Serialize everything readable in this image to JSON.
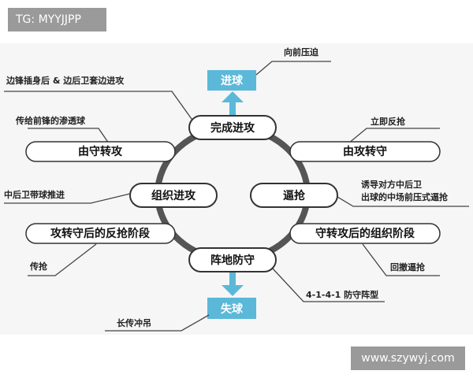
{
  "watermark_top": "TG: MYYJJPP",
  "watermark_bottom": "www.szywyj.com",
  "colors": {
    "accent": "#5bb8d8",
    "ring": "#555555",
    "background": "#f6f6f6"
  },
  "outcomes": {
    "goal": "进球",
    "concede": "失球"
  },
  "nodes": {
    "finish_attack": "完成进攻",
    "def_to_att": "由守转攻",
    "att_to_def": "由攻转守",
    "build_attack": "组织进攻",
    "press": "逼抢",
    "counter_press_phase": "攻转守后的反抢阶段",
    "build_phase": "守转攻后的组织阶段",
    "positional_defense": "阵地防守"
  },
  "annotations": {
    "forward_press": "向前压迫",
    "wing_runs": "边锋插身后 & 边后卫套边进攻",
    "through_ball": "传给前锋的渗透球",
    "immediate_counterpress": "立即反抢",
    "cb_carry": "中后卫带球推进",
    "induce_line1": "诱导对方中后卫",
    "induce_line2": "出球的中场前压式逼抢",
    "pass_press": "传抢",
    "retreat_press": "回撤逼抢",
    "formation": "4-1-4-1 防守阵型",
    "long_ball": "长传冲吊"
  }
}
